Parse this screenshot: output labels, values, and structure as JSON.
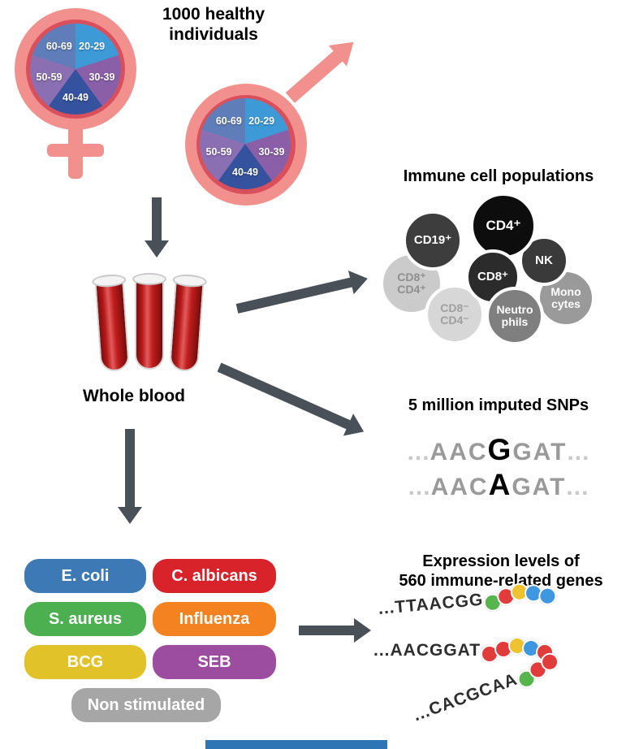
{
  "header": {
    "title": "1000 healthy\nindividuals"
  },
  "demographics": {
    "age_groups": [
      "20-29",
      "30-39",
      "40-49",
      "50-59",
      "60-69"
    ],
    "pie_colors": [
      "#3D9AD7",
      "#8A5FA8",
      "#34529E",
      "#8A6FB3",
      "#5F7DB9"
    ],
    "symbol_color": "#F2908D",
    "pie_rim_color": "#D9505C"
  },
  "blood": {
    "label": "Whole blood"
  },
  "immune": {
    "title": "Immune cell populations",
    "cells": [
      {
        "label": "CD8⁺\nCD4⁺",
        "color": "#cbcbcb",
        "text_color": "#8f8f8f"
      },
      {
        "label": "Mono\ncytes",
        "color": "#9a9a9a",
        "text_color": "#ffffff"
      },
      {
        "label": "CD19⁺",
        "color": "#3d3d3d",
        "text_color": "#ffffff"
      },
      {
        "label": "NK",
        "color": "#3a3a3a",
        "text_color": "#ffffff"
      },
      {
        "label": "CD4⁺",
        "color": "#0d0d0d",
        "text_color": "#ffffff"
      },
      {
        "label": "CD8⁻\nCD4⁻",
        "color": "#d7d7d7",
        "text_color": "#9f9f9f"
      },
      {
        "label": "CD8⁺",
        "color": "#2b2b2b",
        "text_color": "#ffffff"
      },
      {
        "label": "Neutro\nphils",
        "color": "#7f7f7f",
        "text_color": "#ffffff"
      }
    ]
  },
  "snps": {
    "title": "5 million imputed SNPs",
    "sequences": [
      {
        "dots_left": "...",
        "prefix": "AAC",
        "variant": "G",
        "suffix": "GAT",
        "dots_right": "..."
      },
      {
        "dots_left": "...",
        "prefix": "AAC",
        "variant": "A",
        "suffix": "GAT",
        "dots_right": "..."
      }
    ]
  },
  "stimuli": {
    "items": [
      {
        "label": "E. coli",
        "color": "#3D7AB5"
      },
      {
        "label": "C. albicans",
        "color": "#D8232A"
      },
      {
        "label": "S. aureus",
        "color": "#4CAF50"
      },
      {
        "label": "Influenza",
        "color": "#F58220"
      },
      {
        "label": "BCG",
        "color": "#E2C229"
      },
      {
        "label": "SEB",
        "color": "#9D4D9F"
      },
      {
        "label": "Non stimulated",
        "color": "#A6A6A6"
      }
    ]
  },
  "expression": {
    "title": "Expression levels of\n560 immune-related genes",
    "rows": [
      {
        "sequence": "...TTAACGG",
        "beads": [
          "#56B54D",
          "#E23B3B",
          "#EFC32F",
          "#3F97E0",
          "#3F97E0"
        ]
      },
      {
        "sequence": "...AACGGAT",
        "beads": [
          "#E23B3B",
          "#E23B3B",
          "#EFC32F",
          "#3F97E0",
          "#E23B3B"
        ]
      },
      {
        "sequence": "...CACGCAA",
        "beads": [
          "#56B54D",
          "#E23B3B",
          "#E23B3B"
        ]
      }
    ]
  },
  "footer": {
    "bar_color": "#2E75B6"
  },
  "arrow_color": "#495058"
}
